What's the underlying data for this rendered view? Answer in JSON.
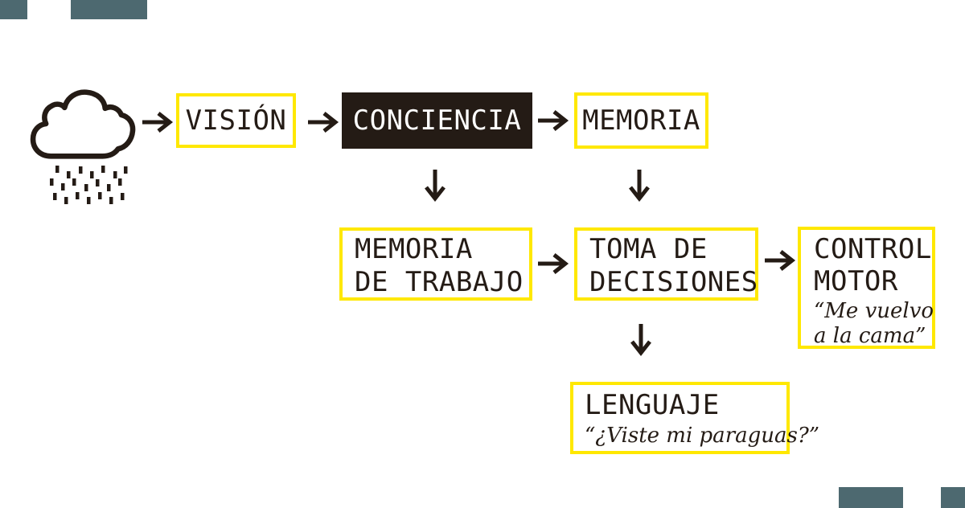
{
  "colors": {
    "accent_yellow": "#ffe800",
    "ink": "#241b15",
    "node_fill_black": "#241b15",
    "node_text_white": "#ffffff",
    "corner_slate": "#4d6970",
    "background": "#ffffff"
  },
  "icons": {
    "cloud": "rain-cloud-icon",
    "arrow_right": "arrow-right-icon",
    "arrow_down": "arrow-down-icon"
  },
  "nodes": {
    "vision": {
      "label": "VISIÓN"
    },
    "conciencia": {
      "label": "CONCIENCIA"
    },
    "memoria": {
      "label": "MEMORIA"
    },
    "memoria_de_trabajo": {
      "line1": "MEMORIA",
      "line2": "DE TRABAJO"
    },
    "toma_de_decisiones": {
      "line1": "TOMA DE",
      "line2": "DECISIONES"
    },
    "control_motor": {
      "line1": "CONTROL",
      "line2": "MOTOR",
      "quote_line1": "“Me vuelvo",
      "quote_line2": "a la cama”"
    },
    "lenguaje": {
      "label": "LENGUAJE",
      "quote": "“¿Viste mi paraguas?”"
    }
  }
}
